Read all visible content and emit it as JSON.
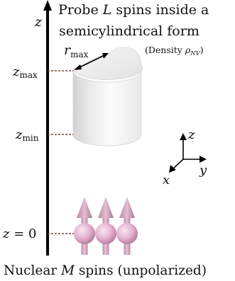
{
  "header": {
    "line1_pre": "Probe ",
    "line1_var": "L",
    "line1_post": " spins inside a",
    "line2": "semicylindrical form"
  },
  "density": {
    "pre": "(Density ",
    "sym": "ρ",
    "sub": "NV",
    "post": ")"
  },
  "axis_label": "z",
  "radius_label": {
    "base": "r",
    "sub": "max"
  },
  "levels": {
    "zmax": {
      "base": "z",
      "sub": "max"
    },
    "zmin": {
      "base": "z",
      "sub": "min"
    },
    "zero": {
      "base": "z",
      "rest": " = 0"
    }
  },
  "frame_axes": {
    "z": "z",
    "x": "x",
    "y": "y"
  },
  "footer": {
    "pre": "Nuclear ",
    "var": "M",
    "post": " spins (unpolarized)"
  }
}
